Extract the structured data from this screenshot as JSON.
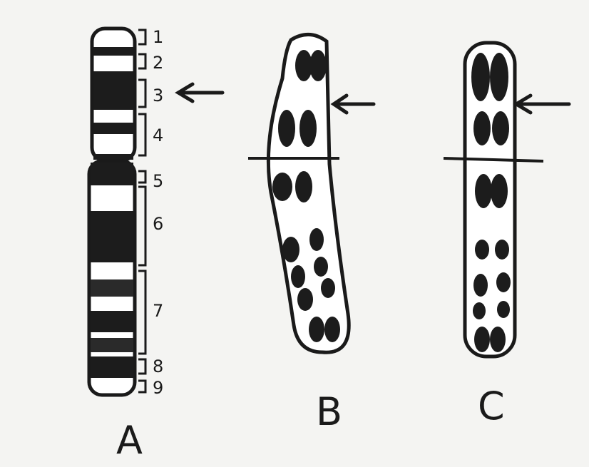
{
  "figure": {
    "panels": [
      {
        "id": "A",
        "label": "A"
      },
      {
        "id": "B",
        "label": "B"
      },
      {
        "id": "C",
        "label": "C"
      }
    ],
    "band_labels": [
      "1",
      "2",
      "3",
      "4",
      "5",
      "6",
      "7",
      "8",
      "9"
    ]
  },
  "colors": {
    "background": "#f4f4f2",
    "ink": "#1a1a1a",
    "band_dark": "#1c1c1c"
  }
}
